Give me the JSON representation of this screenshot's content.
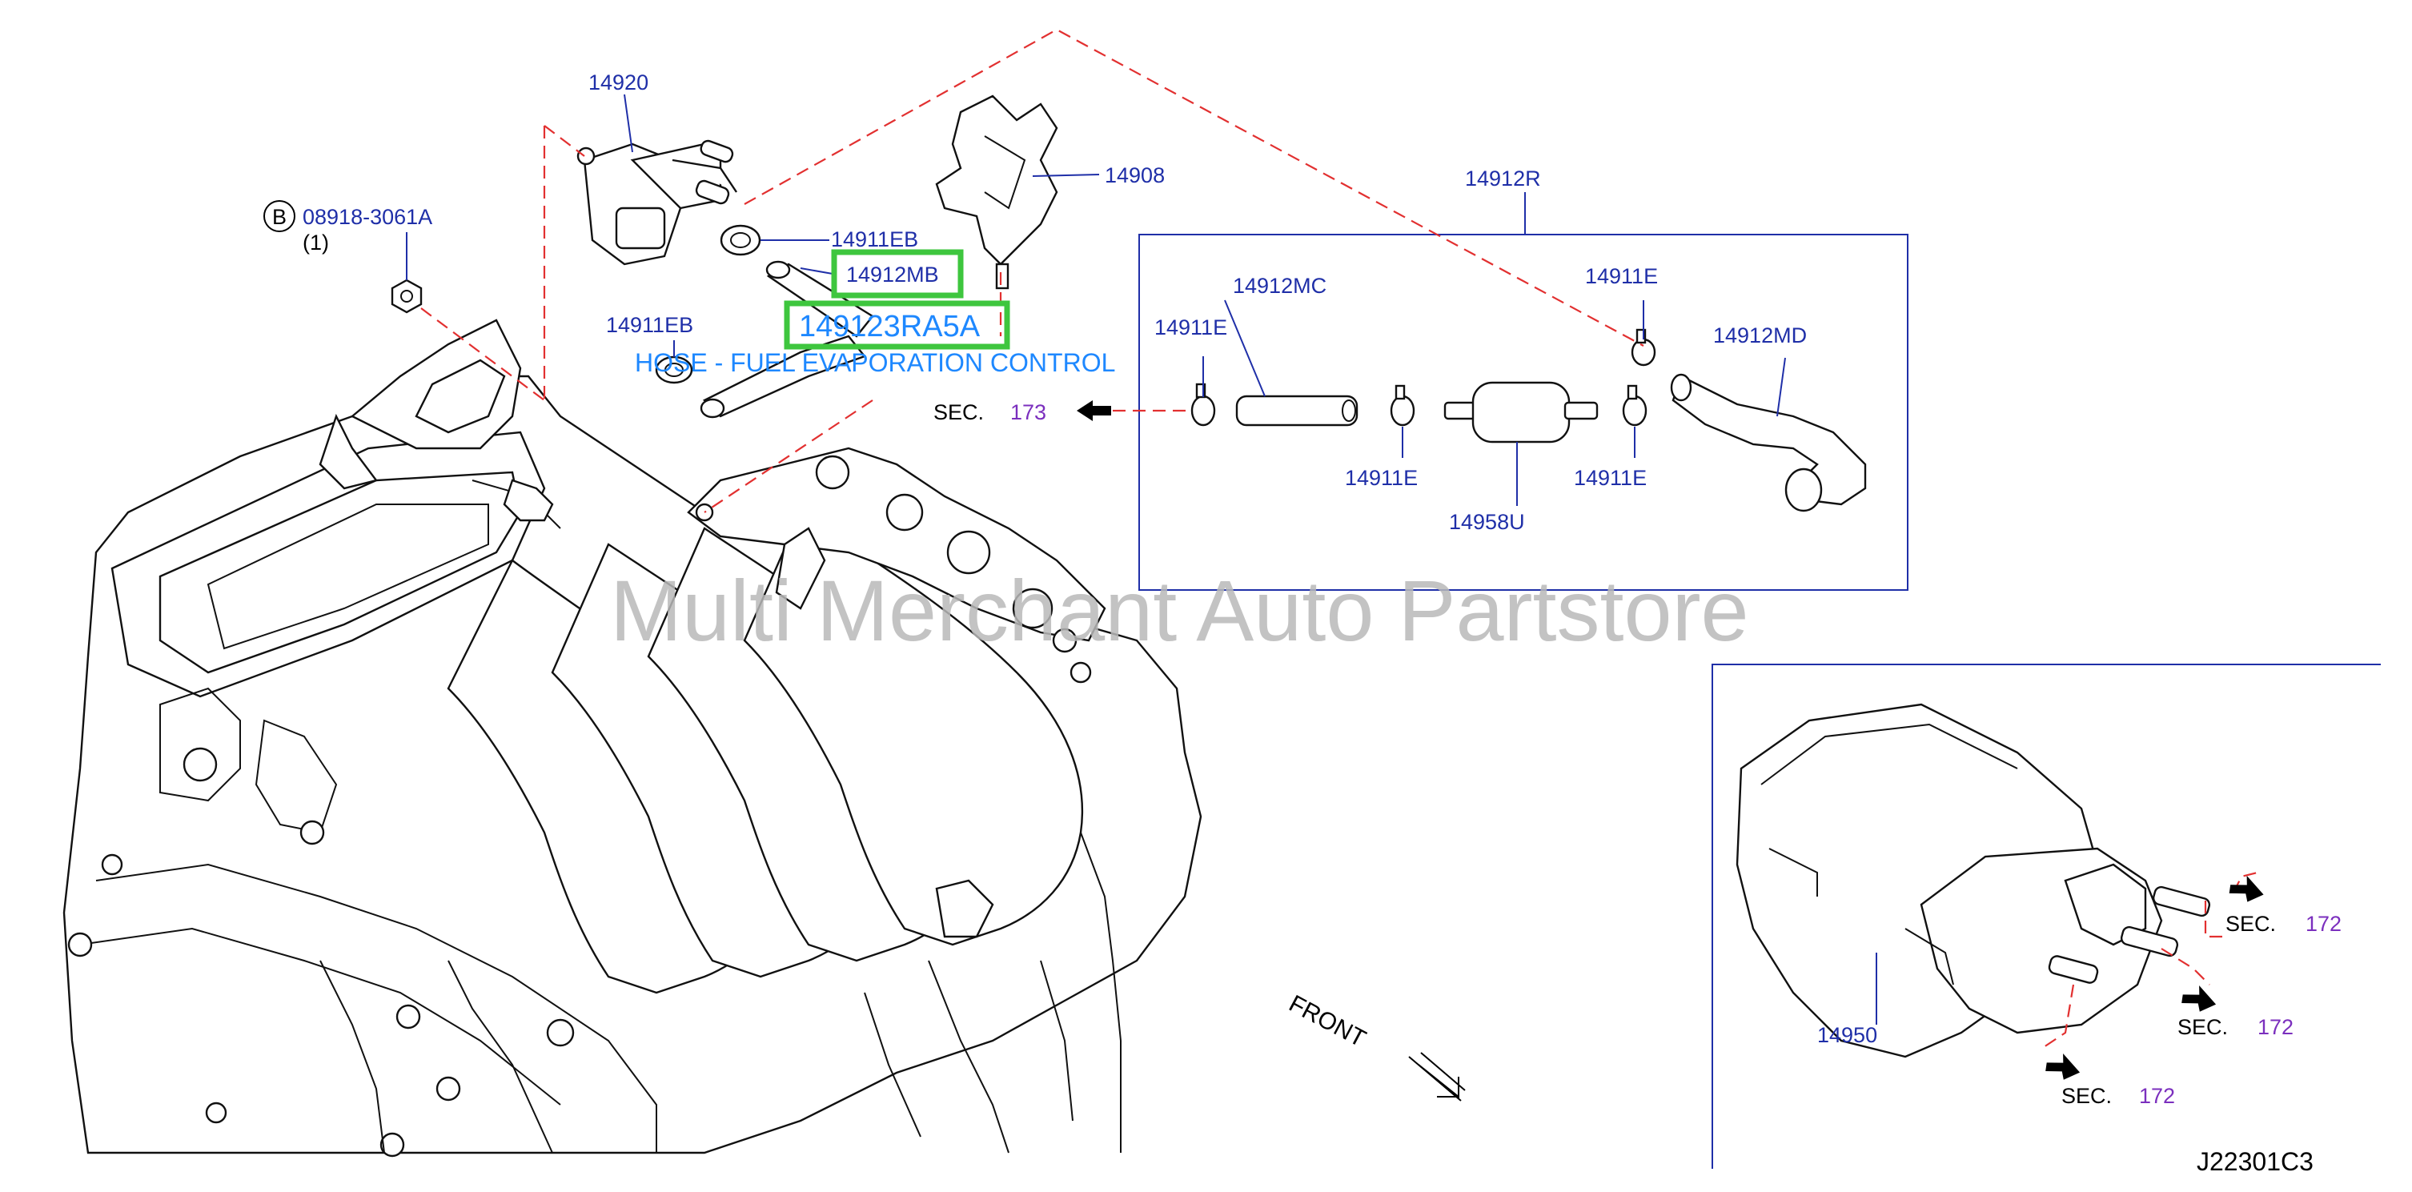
{
  "callouts": {
    "p14920": "14920",
    "p14908": "14908",
    "p14912R": "14912R",
    "bolt_circle": "B",
    "p08918": "08918-3061A",
    "qty": "(1)",
    "p14911EB_a": "14911EB",
    "p14912MB": "14912MB",
    "p149123": "149123RA5A",
    "hose_desc": "HOSE - FUEL EVAPORATION CONTROL",
    "p14911EB_b": "14911EB",
    "p14912MC": "14912MC",
    "p14911E_a": "14911E",
    "p14911E_b": "14911E",
    "p14912MD": "14912MD",
    "p14911E_c": "14911E",
    "p14911E_d": "14911E",
    "p14958U": "14958U",
    "p14950": "14950"
  },
  "sections": {
    "sec_label": "SEC.",
    "s173": "173",
    "s172_a": "172",
    "s172_b": "172",
    "s172_c": "172"
  },
  "front_label": "FRONT",
  "watermark": "Multi Merchant Auto Partstore",
  "diagram_id": "J22301C3",
  "colors": {
    "part_number": "#1f2fa8",
    "section_ref": "#7b2fbe",
    "highlight_box": "#3ec63e",
    "highlight_text": "#1e88ff",
    "leader_dash": "#e23030",
    "watermark": "#b8b8b8"
  }
}
